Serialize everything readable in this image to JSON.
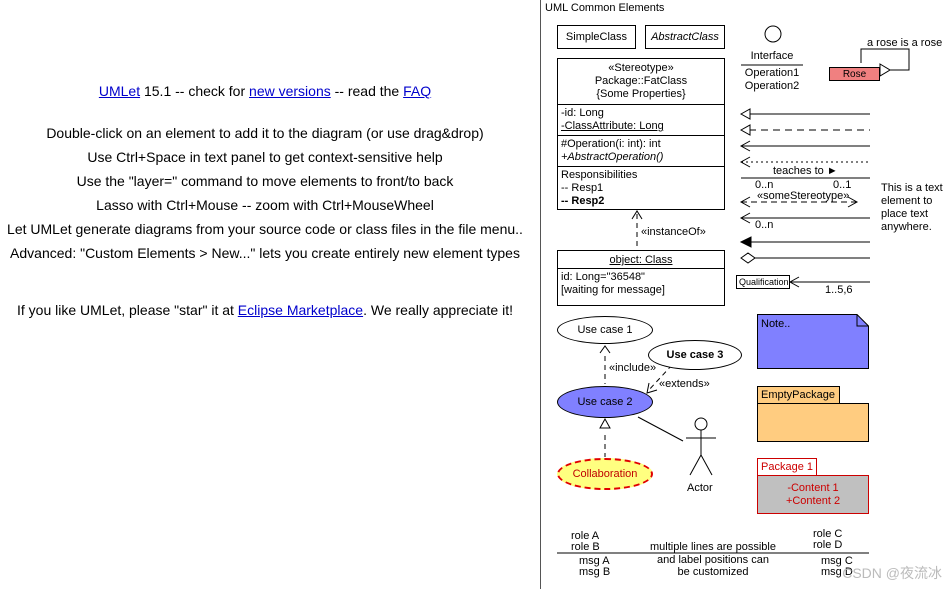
{
  "help": {
    "title": {
      "umlet_link": "UMLet",
      "version_text": " 15.1 -- check for ",
      "new_versions_link": "new versions",
      "mid_text": " -- read the ",
      "faq_link": "FAQ"
    },
    "tips": [
      "Double-click on an element to add it to the diagram (or use drag&drop)",
      "Use Ctrl+Space in text panel to get context-sensitive help",
      "Use the \"layer=\" command to move elements to front/to back",
      "Lasso with Ctrl+Mouse -- zoom with Ctrl+MouseWheel",
      "Let UMLet generate diagrams from your source code or class files in the file menu..",
      "Advanced: \"Custom Elements > New...\" lets you create entirely new element types"
    ],
    "star": {
      "before": "If you like UMLet, please \"star\" it at ",
      "link": "Eclipse Marketplace",
      "after": ". We really appreciate it!"
    }
  },
  "palette": {
    "title": "UML Common Elements",
    "simple_class": "SimpleClass",
    "abstract_class": "AbstractClass",
    "interface": {
      "name": "Interface",
      "op1": "Operation1",
      "op2": "Operation2"
    },
    "rose": {
      "label": "Rose",
      "note": "a rose is a rose"
    },
    "fat_class": {
      "stereotype": "«Stereotype»",
      "name": "Package::FatClass",
      "props": "{Some Properties}",
      "attr1": "-id: Long",
      "attr2": "-ClassAttribute: Long",
      "op1": "#Operation(i: int): int",
      "op2": "+AbstractOperation()",
      "resp_title": "Responsibilities",
      "resp1": "-- Resp1",
      "resp2": "-- Resp2"
    },
    "instance_of": "«instanceOf»",
    "object": {
      "name": "object: Class",
      "line1": "id: Long=\"36548\"",
      "line2": "[waiting for message]"
    },
    "relations": {
      "teaches": "teaches to ►",
      "mult1": "0..n",
      "mult2": "0..1",
      "stereo": "«someStereotype»",
      "mult3": "0..n",
      "qualification": "Qualification",
      "mult4": "1..5,6"
    },
    "text_element": [
      "This is a text",
      "element to",
      "place text",
      "anywhere."
    ],
    "usecases": {
      "uc1": "Use case 1",
      "uc2": "Use case 2",
      "uc3": "Use case 3",
      "include": "«include»",
      "extends": "«extends»",
      "collaboration": "Collaboration",
      "actor": "Actor"
    },
    "note": "Note..",
    "empty_package": "EmptyPackage",
    "package1": {
      "name": "Package 1",
      "c1": "-Content 1",
      "c2": "+Content 2"
    },
    "sequence": {
      "roleA": "role A",
      "roleB": "role B",
      "roleC": "role C",
      "roleD": "role D",
      "msgA": "msg A",
      "msgB": "msg B",
      "msgC": "msg C",
      "msgD": "msg D",
      "mid1": "multiple lines are possible",
      "mid2": "and label positions can",
      "mid3": "be customized"
    },
    "watermark": "CSDN @夜流冰"
  },
  "colors": {
    "rose": "#f08080",
    "usecase2": "#8080ff",
    "collaboration": "#ffff80",
    "collab_border": "#e00000",
    "note": "#8080ff",
    "package": "#ffcc80",
    "package1_fill": "#c0c0c0",
    "package1_text": "#cc0000",
    "link": "#0000cc"
  }
}
